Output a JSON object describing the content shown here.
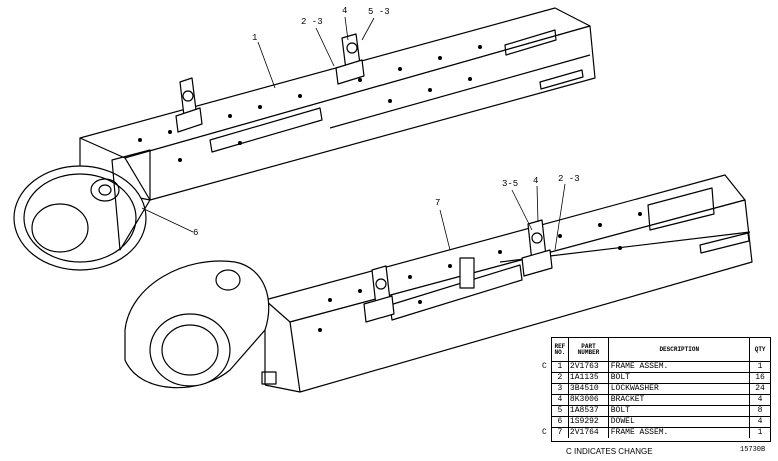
{
  "callouts": {
    "upper_frame": "1",
    "upper_bolt": "2 -3",
    "upper_bracket": "4",
    "upper_dowel": "5 -3",
    "upper_dowel_side": "6",
    "lower_frame": "7",
    "lower_dowel": "3-5",
    "lower_bracket": "4",
    "lower_bolt": "2 -3"
  },
  "table": {
    "headers": {
      "ref": "REF NO.",
      "part": "PART NUMBER",
      "desc": "DESCRIPTION",
      "qty": "QTY"
    },
    "rows": [
      {
        "change": "C",
        "ref": "1",
        "part": "2V1763",
        "desc": "FRAME ASSEM.",
        "qty": "1"
      },
      {
        "change": "",
        "ref": "2",
        "part": "1A1135",
        "desc": "BOLT",
        "qty": "16"
      },
      {
        "change": "",
        "ref": "3",
        "part": "3B4510",
        "desc": "LOCKWASHER",
        "qty": "24"
      },
      {
        "change": "",
        "ref": "4",
        "part": "8K3006",
        "desc": "BRACKET",
        "qty": "4"
      },
      {
        "change": "",
        "ref": "5",
        "part": "1A8537",
        "desc": "BOLT",
        "qty": "8"
      },
      {
        "change": "",
        "ref": "6",
        "part": "1S9292",
        "desc": "DOWEL",
        "qty": "4"
      },
      {
        "change": "C",
        "ref": "7",
        "part": "2V1764",
        "desc": "FRAME ASSEM.",
        "qty": "1"
      }
    ]
  },
  "footer": {
    "change_note": "C INDICATES CHANGE",
    "drawing_number": "15730B"
  }
}
